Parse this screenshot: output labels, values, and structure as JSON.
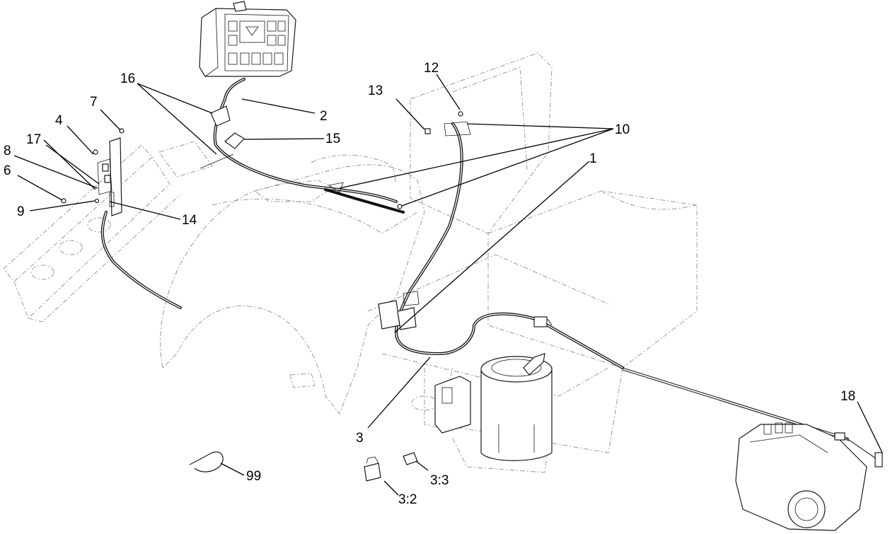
{
  "callouts": {
    "c1": "1",
    "c2": "2",
    "c3": "3",
    "c3_2": "3:2",
    "c3_3": "3:3",
    "c4": "4",
    "c6": "6",
    "c7": "7",
    "c8": "8",
    "c9": "9",
    "c10": "10",
    "c12": "12",
    "c13": "13",
    "c14": "14",
    "c15": "15",
    "c16": "16",
    "c17": "17",
    "c18": "18",
    "c99": "99"
  },
  "colors": {
    "line": "#000000",
    "ghost": "#9a9a9a",
    "background": "#ffffff"
  }
}
